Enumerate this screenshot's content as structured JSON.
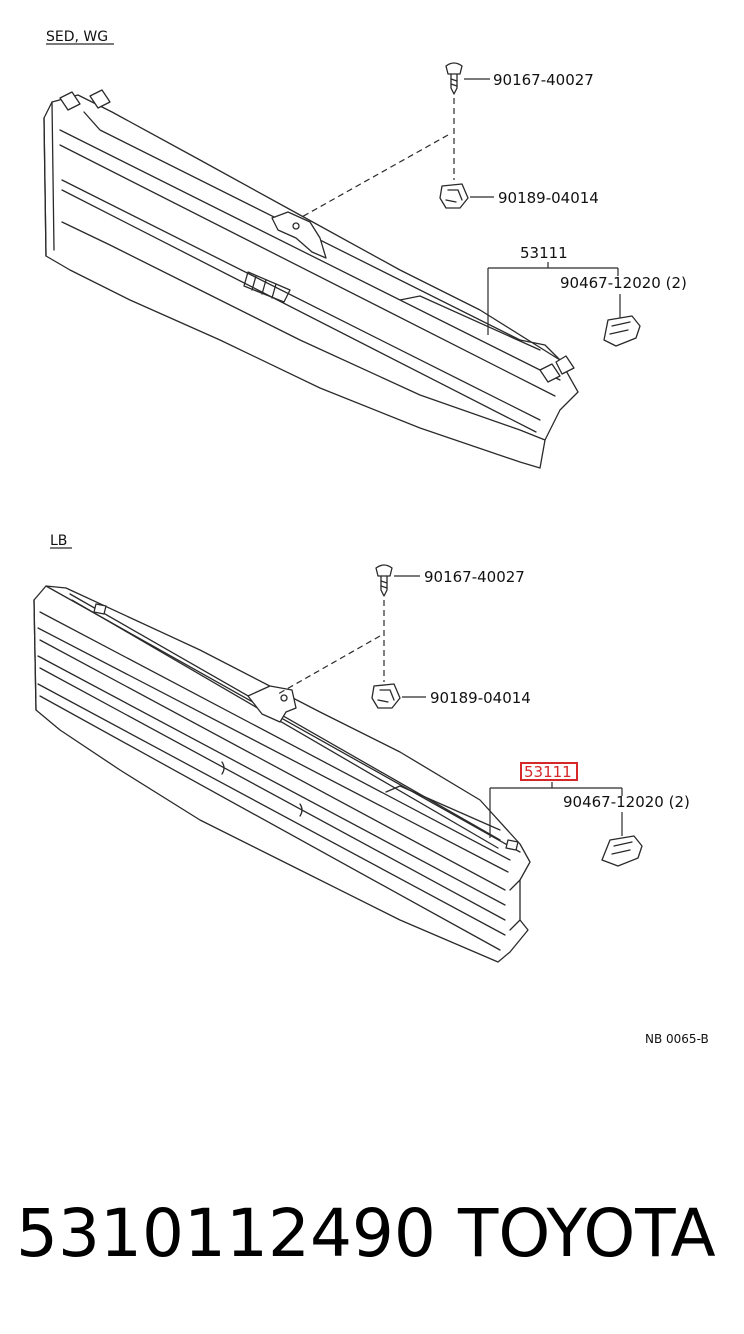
{
  "colors": {
    "line": "#2a2a2a",
    "highlight": "#d62828",
    "background": "#ffffff"
  },
  "sections": [
    {
      "label": "SED, WG",
      "parts": {
        "screw": "90167-40027",
        "clip_nut": "90189-04014",
        "grille": "53111",
        "retainer": "90467-12020 (2)"
      }
    },
    {
      "label": "LB",
      "parts": {
        "screw": "90167-40027",
        "clip_nut": "90189-04014",
        "grille": "53111",
        "retainer": "90467-12020 (2)"
      }
    }
  ],
  "drawing_code": "NB 0065-B",
  "footer": {
    "part_number": "5310112490",
    "brand": "TOYOTA"
  }
}
